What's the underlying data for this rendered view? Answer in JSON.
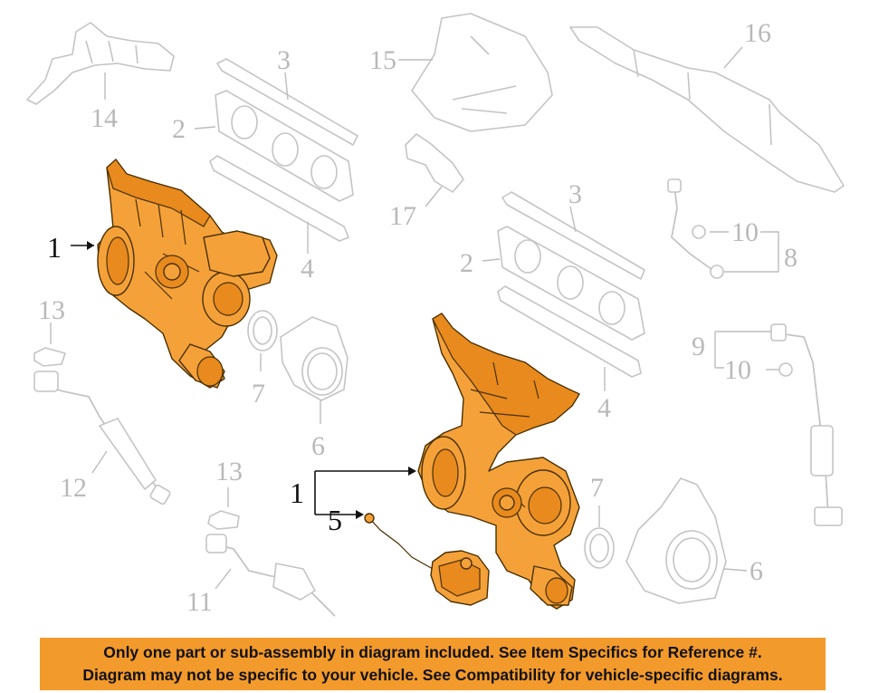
{
  "callouts": {
    "c1a": "1",
    "c1b": "1",
    "c2a": "2",
    "c2b": "2",
    "c3a": "3",
    "c3b": "3",
    "c4a": "4",
    "c4b": "4",
    "c5": "5",
    "c6a": "6",
    "c6b": "6",
    "c7a": "7",
    "c7b": "7",
    "c8": "8",
    "c9": "9",
    "c10a": "10",
    "c10b": "10",
    "c11": "11",
    "c12": "12",
    "c13a": "13",
    "c13b": "13",
    "c14": "14",
    "c15": "15",
    "c16": "16",
    "c17": "17"
  },
  "banner": {
    "line1": "Only one part or sub-assembly in diagram included. See Item Specifics for Reference #.",
    "line2": "Diagram may not be specific to your vehicle. See Compatibility for vehicle-specific diagrams."
  },
  "colors": {
    "highlight": "#f5a13a",
    "banner": "#f39a2c",
    "ghost": "#c4c4c4"
  }
}
